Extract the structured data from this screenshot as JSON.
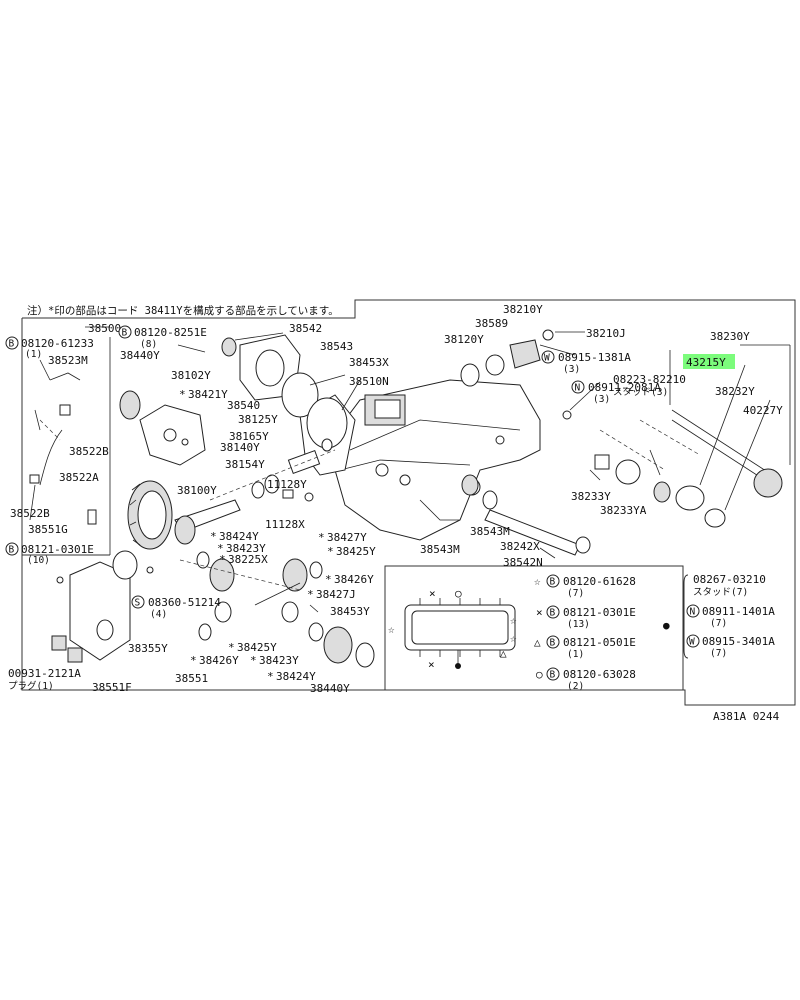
{
  "note": "注）*印の部品はコード 38411Yを構成する部品を示しています。",
  "ref_code": "A381A 0244",
  "highlight_color": "#7CFC7C",
  "labels": {
    "p38500": "38500",
    "p08120_8251e": "08120-8251E",
    "p8_qty": "(8)",
    "p38542": "38542",
    "p08120_61233": "08120-61233",
    "p1_qty_a": "(1)",
    "p38523m": "38523M",
    "p38440y_top": "38440Y",
    "p38102y": "38102Y",
    "p38421y": "38421Y",
    "p38543_top": "38543",
    "p38453x_top": "38453X",
    "p38510n": "38510N",
    "p38540": "38540",
    "p38125y": "38125Y",
    "p38165y": "38165Y",
    "p38140y": "38140Y",
    "p38154y": "38154Y",
    "p38522b_top": "38522B",
    "p38522a": "38522A",
    "p38522b_bot": "38522B",
    "p38551g": "38551G",
    "p38100y": "38100Y",
    "p11128y": "11128Y",
    "p11128x": "11128X",
    "p38424y_a": "38424Y",
    "p38423y_a": "38423Y",
    "p38225x": "38225X",
    "p38427y": "38427Y",
    "p38425y_a": "38425Y",
    "p08121_0301e_left": "08121-0301E",
    "p10_qty": "(10)",
    "p08360_51214": "08360-51214",
    "p4_qty": "(4)",
    "p38426y_a": "38426Y",
    "p38427j": "38427J",
    "p38453y": "38453Y",
    "p38355y": "38355Y",
    "p38425y_b": "38425Y",
    "p38426y_b": "38426Y",
    "p38423y_b": "38423Y",
    "p38424y_b": "38424Y",
    "p38440y_bot": "38440Y",
    "p00931_2121a": "00931-2121A",
    "plug": "プラグ(1)",
    "p38551f": "38551F",
    "p38551": "38551",
    "p38210y": "38210Y",
    "p38589": "38589",
    "p38120y": "38120Y",
    "p38210j": "38210J",
    "p08915_1381a": "08915-1381A",
    "p3_qty_a": "(3)",
    "p08911_2081a": "08911-2081A",
    "p3_qty_b": "(3)",
    "p38230y": "38230Y",
    "p43215y": "43215Y",
    "p08223_82210": "08223-82210",
    "stud3": "スタッド(3)",
    "p38232y": "38232Y",
    "p40227y": "40227Y",
    "p38233y": "38233Y",
    "p38233ya": "38233YA",
    "p38543m_a": "38543M",
    "p38543m_b": "38543M",
    "p38242x": "38242X",
    "p38542n": "38542N",
    "p08120_61628": "08120-61628",
    "p7_qty_a": "(7)",
    "p08121_0301e_right": "08121-0301E",
    "p13_qty": "(13)",
    "p08121_0501e": "08121-0501E",
    "p1_qty_b": "(1)",
    "p08120_63028": "08120-63028",
    "p2_qty": "(2)",
    "p08267_03210": "08267-03210",
    "stud7": "スタッド(7)",
    "p08911_1401a": "08911-1401A",
    "p7_qty_b": "(7)",
    "p08915_3401a": "08915-3401A",
    "p7_qty_c": "(7)"
  },
  "symbols": {
    "b": "B",
    "s": "S",
    "n": "N",
    "w": "W",
    "star": "☆",
    "cross": "×",
    "triangle": "△",
    "circle": "○",
    "asterisk": "*",
    "dot": "●"
  }
}
